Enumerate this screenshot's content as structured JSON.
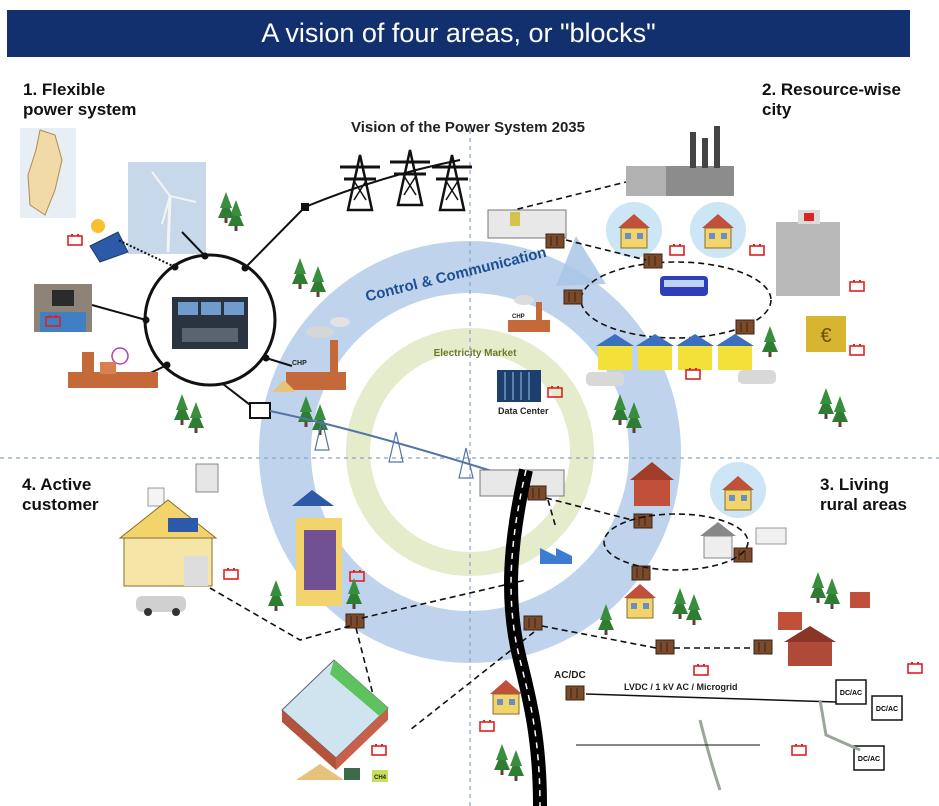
{
  "banner": {
    "title": "A vision of four areas, or \"blocks\""
  },
  "quadrants": {
    "q1": "1. Flexible\npower system",
    "q2": "2. Resource-wise\ncity",
    "q3": "3. Living\nrural areas",
    "q4": "4. Active\ncustomer"
  },
  "diagram": {
    "title": "Vision of the Power System 2035",
    "ring_label": "Control & Communication",
    "market_label": "Electricity Market",
    "chp_label": "CHP",
    "chp_small_label": "CHP",
    "data_center_label": "Data Center",
    "acdc_label": "AC/DC",
    "lvdc_label": "LVDC / 1 kV AC / Microgrid",
    "dcac_label": "DC/AC",
    "ch4_label": "CH4"
  },
  "colors": {
    "banner_bg": "#12306e",
    "ring_blue": "#8fb4dc",
    "ring_green": "#c8dca0",
    "battery_red": "#e02020",
    "house_yellow": "#f3d36b",
    "tree_green": "#2e7d32",
    "road_black": "#000000"
  },
  "icons": [
    "finland-map-icon",
    "wind-turbine-icon",
    "solar-panel-icon",
    "transmission-tower-icon",
    "control-room-icon",
    "hydro-plant-icon",
    "nuclear-plant-icon",
    "chp-plant-icon",
    "factory-icon",
    "house-icon",
    "hospital-icon",
    "bank-icon",
    "bus-icon",
    "electric-car-icon",
    "data-center-icon",
    "church-icon",
    "barn-icon",
    "battery-icon",
    "tree-icon",
    "transformer-icon"
  ]
}
